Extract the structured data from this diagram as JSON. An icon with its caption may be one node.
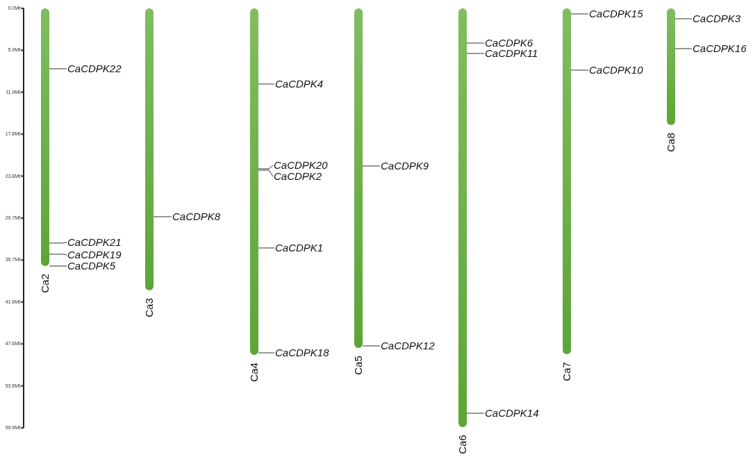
{
  "diagram": {
    "nodes": [
      {
        "text": [
          "Ca2"
        ]
      },
      {
        "text": [
          "CaCDPK22"
        ]
      },
      {
        "text": [
          "CaCDPK21"
        ]
      },
      {
        "text": [
          "CaCDPK19"
        ]
      },
      {
        "text": [
          "CaCDPK5"
        ]
      },
      {
        "text": [
          "Ca3"
        ]
      },
      {
        "text": [
          "CaCDPK8"
        ]
      },
      {
        "text": [
          "Ca4"
        ]
      },
      {
        "text": [
          "CaCDPK4"
        ]
      },
      {
        "text": [
          "CaCDPK20"
        ]
      },
      {
        "text": [
          "CaCDPK2"
        ]
      },
      {
        "text": [
          "CaCDPK1"
        ]
      },
      {
        "text": [
          "CaCDPK18"
        ]
      },
      {
        "text": [
          "Ca5"
        ]
      },
      {
        "text": [
          "CaCDPK9"
        ]
      },
      {
        "text": [
          "CaCDPK12"
        ]
      },
      {
        "text": [
          "Ca6"
        ]
      },
      {
        "text": [
          "CaCDPK6"
        ]
      },
      {
        "text": [
          "CaCDPK11"
        ]
      },
      {
        "text": [
          "CaCDPK14"
        ]
      },
      {
        "text": [
          "Ca7"
        ]
      },
      {
        "text": [
          "CaCDPK15"
        ]
      },
      {
        "text": [
          "CaCDPK10"
        ]
      },
      {
        "text": [
          "Ca8"
        ]
      },
      {
        "text": [
          "CaCDPK3"
        ]
      },
      {
        "text": [
          "CaCDPK16"
        ]
      }
    ],
    "edges": [
      {
        "from": 1,
        "to": 0,
        "arrow": "none"
      },
      {
        "from": 2,
        "to": 0,
        "arrow": "none"
      },
      {
        "from": 3,
        "to": 0,
        "arrow": "none"
      },
      {
        "from": 4,
        "to": 0,
        "arrow": "none"
      },
      {
        "from": 6,
        "to": 5,
        "arrow": "none"
      },
      {
        "from": 8,
        "to": 7,
        "arrow": "none"
      },
      {
        "from": 9,
        "to": 7,
        "arrow": "none"
      },
      {
        "from": 10,
        "to": 7,
        "arrow": "none"
      },
      {
        "from": 11,
        "to": 7,
        "arrow": "none"
      },
      {
        "from": 12,
        "to": 7,
        "arrow": "none"
      },
      {
        "from": 14,
        "to": 13,
        "arrow": "none"
      },
      {
        "from": 15,
        "to": 13,
        "arrow": "none"
      },
      {
        "from": 17,
        "to": 16,
        "arrow": "none"
      },
      {
        "from": 18,
        "to": 16,
        "arrow": "none"
      },
      {
        "from": 19,
        "to": 16,
        "arrow": "none"
      },
      {
        "from": 21,
        "to": 20,
        "arrow": "none"
      },
      {
        "from": 22,
        "to": 20,
        "arrow": "none"
      },
      {
        "from": 24,
        "to": 23,
        "arrow": "none"
      },
      {
        "from": 25,
        "to": 23,
        "arrow": "none"
      }
    ],
    "labels": [
      "0.0Mb",
      "5.9Mb",
      "11.9Mb",
      "17.8Mb",
      "23.8Mb",
      "29.7Mb",
      "35.7Mb",
      "41.6Mb",
      "47.6Mb",
      "53.5Mb",
      "59.5Mb"
    ]
  }
}
